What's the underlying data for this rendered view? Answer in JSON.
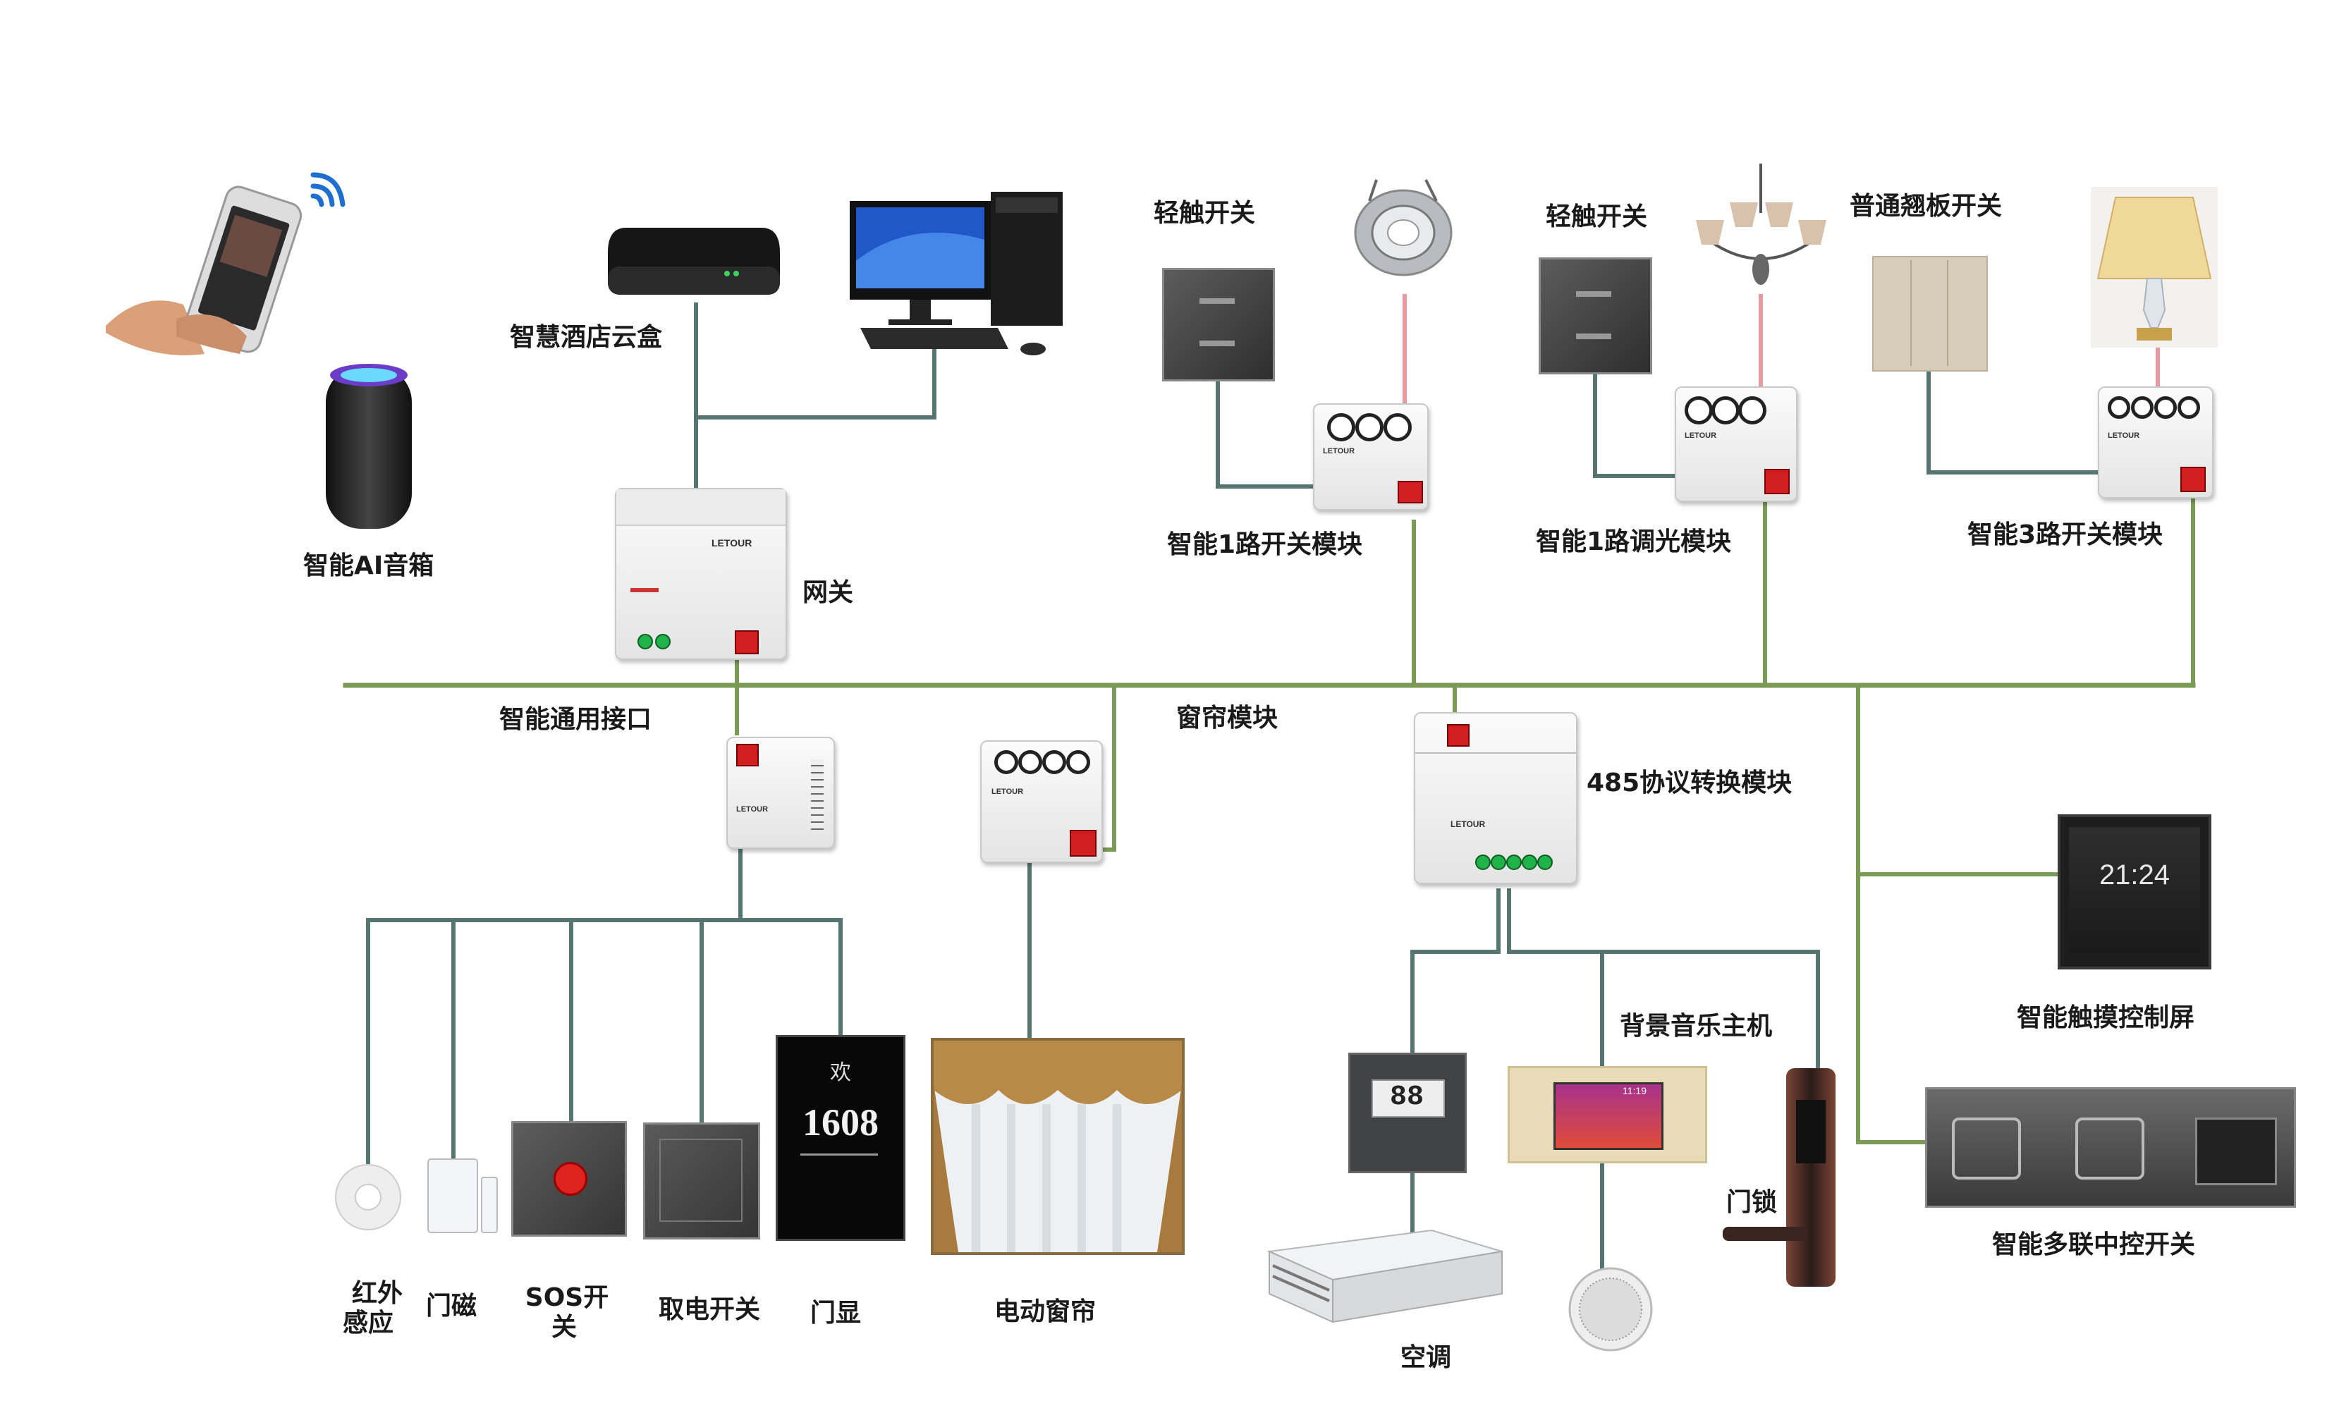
{
  "title": "",
  "colors": {
    "bus": "#7a9a55",
    "wire": "#557670",
    "red_wire": "#e89aa0"
  },
  "labels": {
    "ai_speaker": "智能AI音箱",
    "cloud_box": "智慧酒店云盒",
    "gateway": "网关",
    "tact_switch_1": "轻触开关",
    "tact_switch_2": "轻触开关",
    "rocker_switch": "普通翘板开关",
    "module_1ch_switch": "智能1路开关模块",
    "module_1ch_dimmer": "智能1路调光模块",
    "module_3ch_switch": "智能3路开关模块",
    "generic_interface": "智能通用接口",
    "curtain_module": "窗帘模块",
    "rs485_module": "485协议转换模块",
    "touch_screen": "智能触摸控制屏",
    "multi_switch": "智能多联中控开关",
    "bg_music_host": "背景音乐主机",
    "door_lock": "门锁",
    "air_conditioner": "空调",
    "motorized_curtain": "电动窗帘",
    "door_display": "门显",
    "power_switch": "取电开关",
    "sos_line1": "SOS开",
    "sos_line2": "关",
    "door_sensor": "门磁",
    "pir_line1": "红外",
    "pir_line2": "感应"
  },
  "device_text": {
    "gateway_brand": "LETOUR",
    "module_brand": "LETOUR",
    "door_number": "1608",
    "welcome": "欢",
    "screen_time": "21:24",
    "thermostat_value": "88",
    "music_time": "11:19"
  },
  "icons": [
    "smartphone-icon",
    "wifi-icon",
    "speaker-icon",
    "router-icon",
    "computer-icon",
    "downlight-icon",
    "chandelier-icon",
    "table-lamp-icon",
    "pir-sensor-icon",
    "door-sensor-icon",
    "sos-button-icon",
    "card-switch-icon",
    "ceiling-speaker-icon",
    "ac-unit-icon"
  ]
}
